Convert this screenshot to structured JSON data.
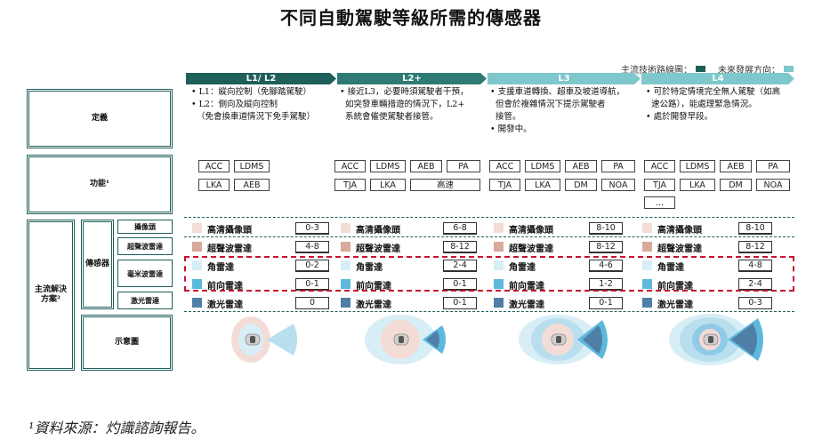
{
  "title": "不同自動駕駛等級所需的傳感器",
  "legend": {
    "main_label": "主流技術路線圖：",
    "future_label": "未來發展方向：",
    "main_color": "#1f5f5a",
    "future_color": "#7ec7cc"
  },
  "levels": [
    {
      "label": "L1/ L2",
      "color": "#1f5f5a"
    },
    {
      "label": "L2+",
      "color": "#2f7a74"
    },
    {
      "label": "L3",
      "color": "#7ec7cc"
    },
    {
      "label": "L4",
      "color": "#7ec7cc"
    }
  ],
  "row_labels": {
    "definition": "定義",
    "function": "功能¹",
    "mainstream_solution": "主流解決方案²",
    "sensors": "傳感器",
    "diagram": "示意圖",
    "sensor_types": [
      "攝像頭",
      "超聲波雷達",
      "毫米波雷達",
      "激光雷達"
    ]
  },
  "definitions": [
    [
      "• L1：縱向控制（免腳踏駕駛）",
      "• L2：側向及縱向控制",
      "（免會換車道情況下免手駕駛）"
    ],
    [
      "• 接近L3，必要時須駕駛者干預，",
      "如突發車輛措遊的情況下，L2+",
      "系統會催使駕駛者接管。"
    ],
    [
      "• 支援車道轉換、超車及坡道導航，",
      "但會於複雜情況下提示駕駛者",
      "接管。",
      "• 開發中。"
    ],
    [
      "• 可於特定情境完全無人駕駛（如高",
      "速公路），能處理緊急情況。",
      "• 處於開發早段。"
    ]
  ],
  "functions": [
    [
      [
        "ACC",
        "LDMS"
      ],
      [
        "LKA",
        "AEB"
      ]
    ],
    [
      [
        "ACC",
        "LDMS",
        "AEB",
        "PA"
      ],
      [
        "TJA",
        "LKA",
        "高速"
      ]
    ],
    [
      [
        "ACC",
        "LDMS",
        "AEB",
        "PA"
      ],
      [
        "TJA",
        "LKA",
        "DM",
        "NOA"
      ]
    ],
    [
      [
        "ACC",
        "LDMS",
        "AEB",
        "PA"
      ],
      [
        "TJA",
        "LKA",
        "DM",
        "NOA"
      ],
      [
        "..."
      ]
    ]
  ],
  "sensor_names": [
    "高清攝像頭",
    "超聲波雷達",
    "角雷達",
    "前向雷達",
    "激光雷達"
  ],
  "sensor_colors": [
    "#f4ddd6",
    "#d9a99a",
    "#d7eef6",
    "#5cb8dd",
    "#4f7fa6"
  ],
  "sensor_counts": [
    [
      "0-3",
      "4-8",
      "0-2",
      "0-1",
      "0"
    ],
    [
      "6-8",
      "8-12",
      "2-4",
      "0-1",
      "0-1"
    ],
    [
      "8-10",
      "8-12",
      "4-6",
      "1-2",
      "0-1"
    ],
    [
      "8-10",
      "8-12",
      "4-8",
      "2-4",
      "0-3"
    ]
  ],
  "footnote": "¹資料來源：灼識諮詢報告。"
}
